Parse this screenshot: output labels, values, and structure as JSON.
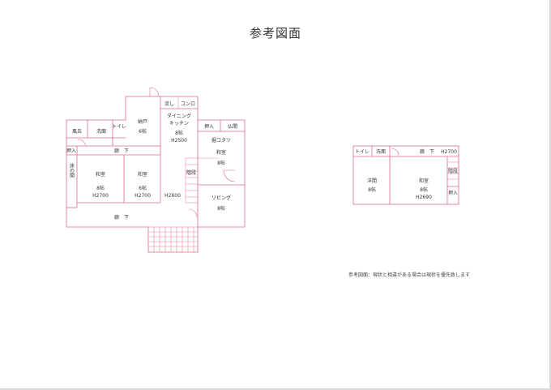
{
  "title": "参考図面",
  "note": "参考図面：現状と相違がある場合は現状を優先致します",
  "floor1": {
    "rooms": {
      "furo": "風呂",
      "senmen": "洗面",
      "toilet": "トイレ",
      "nando": "納戸",
      "nando_size": "6帖",
      "nagashi": "流し",
      "konro": "コンロ",
      "dk_line1": "ダイニング",
      "dk_line2": "キッチン",
      "dk_size": "8帖",
      "dk_height": "H2500",
      "oshiire_left": "押入",
      "tokonoma": "床の間",
      "washitsu_left": "和室",
      "washitsu_left_size": "8帖",
      "washitsu_left_height": "H2700",
      "washitsu_mid": "和室",
      "washitsu_mid_size": "6帖",
      "washitsu_mid_height": "H2700",
      "rouka_top": "廊　下",
      "h2600": "H2600",
      "kaidan": "階段",
      "oshiire_right": "押入",
      "butsuma": "仏間",
      "horikotatsu": "掘コタツ",
      "washitsu_right": "和室",
      "washitsu_right_size": "8帖",
      "living": "リビング",
      "living_size": "8帖",
      "rouka_bottom": "廊　下"
    }
  },
  "floor2": {
    "rooms": {
      "toilet": "トイレ",
      "senmen": "洗面",
      "rouka": "廊　下",
      "rouka_height": "H2700",
      "youma": "洋間",
      "youma_size": "8帖",
      "washitsu": "和室",
      "washitsu_size": "8帖",
      "washitsu_height": "H2690",
      "kaidan": "階段",
      "oshiire": "押入"
    }
  }
}
